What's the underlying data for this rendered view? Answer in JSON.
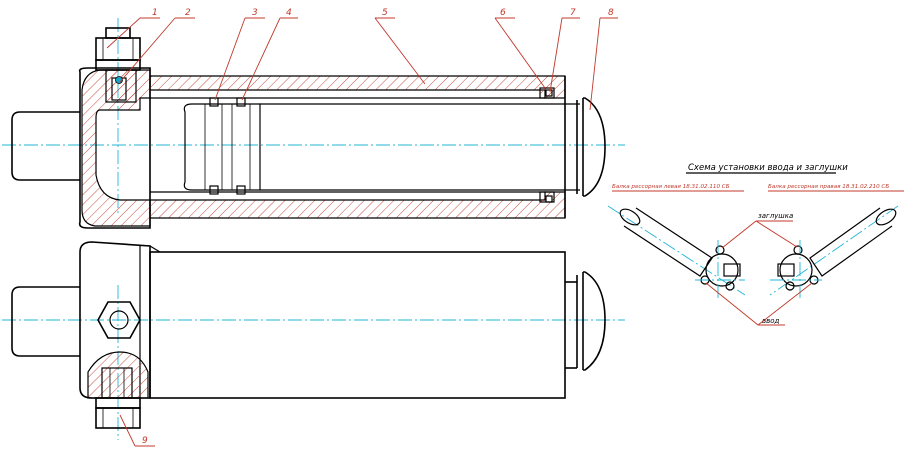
{
  "part_numbers": [
    "1",
    "2",
    "3",
    "4",
    "5",
    "6",
    "7",
    "8",
    "9"
  ],
  "scheme": {
    "title": "Схема установки ввода и заглушки",
    "left_label": "Балка рессорная левая 18.31.02.110 СБ",
    "right_label": "Балка рессорная правая 18.31.02.210 СБ",
    "plug_label": "заглушка",
    "input_label": "ввод"
  },
  "colors": {
    "outline": "#000000",
    "centerline": "#22b5d6",
    "leader": "#c0392b",
    "hatch": "#c0392b"
  }
}
